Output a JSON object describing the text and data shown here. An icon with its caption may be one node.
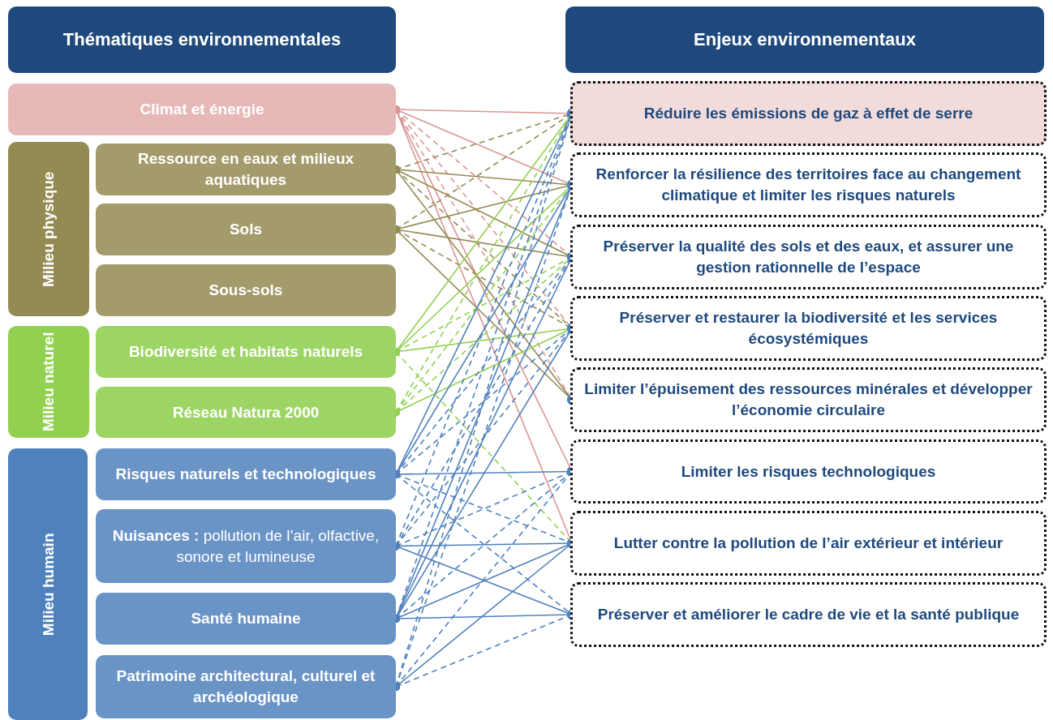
{
  "diagram": {
    "nodes": [
      {
        "text": [
          "Thématiques environnementales"
        ]
      },
      {
        "text": [
          "Enjeux environnementaux"
        ]
      },
      {
        "text": [
          "Climat et énergie"
        ]
      },
      {
        "text": [
          "Milieu physique"
        ]
      },
      {
        "text": [
          "Ressource en eaux et milieux aquatiques"
        ]
      },
      {
        "text": [
          "Sols"
        ]
      },
      {
        "text": [
          "Sous-sols"
        ]
      },
      {
        "text": [
          "Milieu naturel"
        ]
      },
      {
        "text": [
          "Biodiversité et habitats naturels"
        ]
      },
      {
        "text": [
          "Réseau Natura 2000"
        ]
      },
      {
        "text": [
          "Milieu humain"
        ]
      },
      {
        "text": [
          "Risques naturels et technologiques"
        ]
      },
      {
        "text": [
          "**Nuisances :** pollution de l’air, olfactive, sonore et lumineuse"
        ]
      },
      {
        "text": [
          "Santé humaine"
        ]
      },
      {
        "text": [
          "Patrimoine architectural, culturel et archéologique"
        ]
      },
      {
        "text": [
          "Réduire les émissions de gaz à effet de serre"
        ]
      },
      {
        "text": [
          "Renforcer la résilience des territoires face au changement climatique et limiter les risques naturels"
        ]
      },
      {
        "text": [
          "Préserver la qualité des sols et des eaux, et assurer une gestion rationnelle de l’espace"
        ]
      },
      {
        "text": [
          "Préserver et restaurer la biodiversité et les services écosystémiques"
        ]
      },
      {
        "text": [
          "Limiter l’épuisement des ressources minérales et développer l’économie circulaire"
        ]
      },
      {
        "text": [
          "Limiter les risques technologiques"
        ]
      },
      {
        "text": [
          "Lutter contre la pollution de l’air extérieur et intérieur"
        ]
      },
      {
        "text": [
          "Préserver et améliorer le cadre de vie et la santé publique"
        ]
      }
    ],
    "edges": [
      {
        "from": 2,
        "to": 15,
        "arrow": "other",
        "color": "#d99694"
      },
      {
        "from": 2,
        "to": 16,
        "arrow": "other",
        "color": "#d99694"
      },
      {
        "from": 2,
        "to": 17,
        "arrow": "other",
        "style": "dashed",
        "color": "#d99694"
      },
      {
        "from": 2,
        "to": 18,
        "arrow": "other",
        "style": "dashed",
        "color": "#d99694"
      },
      {
        "from": 2,
        "to": 19,
        "arrow": "other",
        "style": "dashed",
        "color": "#d99694"
      },
      {
        "from": 2,
        "to": 20,
        "arrow": "other",
        "color": "#d99694"
      },
      {
        "from": 2,
        "to": 21,
        "arrow": "other",
        "color": "#d99694"
      },
      {
        "from": 4,
        "to": 15,
        "arrow": "other",
        "style": "dashed",
        "color": "#948a54"
      },
      {
        "from": 4,
        "to": 16,
        "arrow": "other",
        "color": "#948a54"
      },
      {
        "from": 4,
        "to": 17,
        "arrow": "other",
        "color": "#948a54"
      },
      {
        "from": 4,
        "to": 18,
        "arrow": "other",
        "style": "dashed",
        "color": "#948a54"
      },
      {
        "from": 4,
        "to": 19,
        "arrow": "other",
        "color": "#948a54"
      },
      {
        "from": 5,
        "to": 15,
        "arrow": "other",
        "style": "dashed",
        "color": "#948a54"
      },
      {
        "from": 5,
        "to": 16,
        "arrow": "other",
        "color": "#948a54"
      },
      {
        "from": 5,
        "to": 17,
        "arrow": "other",
        "color": "#948a54"
      },
      {
        "from": 5,
        "to": 18,
        "arrow": "other",
        "style": "dashed",
        "color": "#948a54"
      },
      {
        "from": 5,
        "to": 19,
        "arrow": "other",
        "color": "#948a54"
      },
      {
        "from": 8,
        "to": 15,
        "arrow": "other",
        "color": "#92d050"
      },
      {
        "from": 8,
        "to": 16,
        "arrow": "other",
        "color": "#92d050"
      },
      {
        "from": 8,
        "to": 17,
        "arrow": "other",
        "style": "dashed",
        "color": "#92d050"
      },
      {
        "from": 8,
        "to": 18,
        "arrow": "other",
        "color": "#92d050"
      },
      {
        "from": 8,
        "to": 21,
        "arrow": "other",
        "style": "dashed",
        "color": "#92d050"
      },
      {
        "from": 9,
        "to": 15,
        "arrow": "other",
        "style": "dashed",
        "color": "#92d050"
      },
      {
        "from": 9,
        "to": 16,
        "arrow": "other",
        "style": "dashed",
        "color": "#92d050"
      },
      {
        "from": 9,
        "to": 17,
        "arrow": "other",
        "style": "dashed",
        "color": "#92d050"
      },
      {
        "from": 9,
        "to": 18,
        "arrow": "other",
        "color": "#92d050"
      },
      {
        "from": 11,
        "to": 15,
        "arrow": "other"
      },
      {
        "from": 11,
        "to": 16,
        "arrow": "other"
      },
      {
        "from": 11,
        "to": 17,
        "arrow": "other",
        "style": "dashed"
      },
      {
        "from": 11,
        "to": 18,
        "arrow": "other",
        "style": "dashed"
      },
      {
        "from": 11,
        "to": 20,
        "arrow": "other"
      },
      {
        "from": 11,
        "to": 21,
        "arrow": "other",
        "style": "dashed"
      },
      {
        "from": 11,
        "to": 22,
        "arrow": "other",
        "style": "dashed"
      },
      {
        "from": 12,
        "to": 15,
        "arrow": "other",
        "style": "dashed"
      },
      {
        "from": 12,
        "to": 17,
        "arrow": "other",
        "style": "dashed"
      },
      {
        "from": 12,
        "to": 18,
        "arrow": "other",
        "style": "dashed"
      },
      {
        "from": 12,
        "to": 20,
        "arrow": "other",
        "style": "dashed"
      },
      {
        "from": 12,
        "to": 21,
        "arrow": "other"
      },
      {
        "from": 12,
        "to": 22,
        "arrow": "other"
      },
      {
        "from": 13,
        "to": 15,
        "arrow": "other",
        "style": "dashed"
      },
      {
        "from": 13,
        "to": 16,
        "arrow": "other"
      },
      {
        "from": 13,
        "to": 17,
        "arrow": "other"
      },
      {
        "from": 13,
        "to": 18,
        "arrow": "other"
      },
      {
        "from": 13,
        "to": 20,
        "arrow": "other",
        "style": "dashed"
      },
      {
        "from": 13,
        "to": 21,
        "arrow": "other"
      },
      {
        "from": 13,
        "to": 22,
        "arrow": "other"
      },
      {
        "from": 14,
        "to": 15,
        "arrow": "other",
        "style": "dashed"
      },
      {
        "from": 14,
        "to": 16,
        "arrow": "other",
        "style": "dashed"
      },
      {
        "from": 14,
        "to": 20,
        "arrow": "other",
        "style": "dashed"
      },
      {
        "from": 14,
        "to": 21,
        "arrow": "other"
      },
      {
        "from": 14,
        "to": 22,
        "arrow": "other",
        "style": "dashed"
      }
    ]
  }
}
